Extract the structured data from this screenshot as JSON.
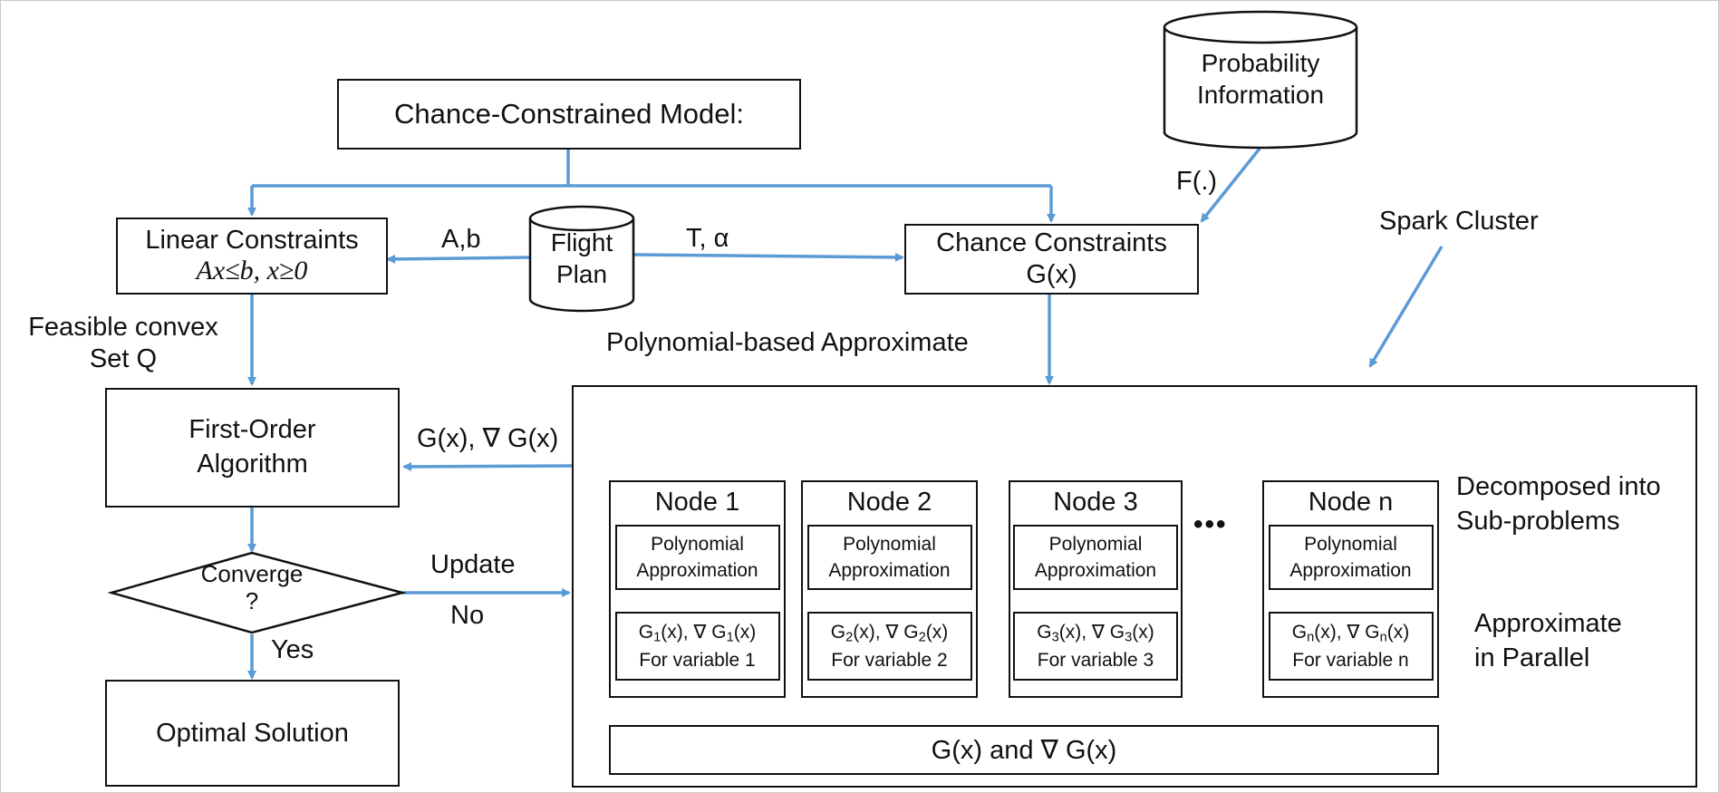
{
  "model_box": "Chance-Constrained Model:",
  "probability_db": {
    "line1": "Probability",
    "line2": "Information"
  },
  "f_label": "F(.)",
  "linear_box": {
    "line1": "Linear Constraints",
    "line2": "Ax≤b, x≥0"
  },
  "ab_label": "A,b",
  "flight_db": {
    "line1": "Flight",
    "line2": "Plan"
  },
  "t_alpha_label": "T, α",
  "chance_box": {
    "line1": "Chance Constraints",
    "line2": "G(x)"
  },
  "spark_label": "Spark Cluster",
  "feasible_label": {
    "line1": "Feasible convex",
    "line2": "Set Q"
  },
  "poly_label": "Polynomial-based Approximate",
  "first_order_box": {
    "line1": "First-Order",
    "line2": "Algorithm"
  },
  "grad_label": "G(x), ∇ G(x)",
  "converge": {
    "line1": "Converge",
    "line2": "?"
  },
  "update_label": "Update",
  "no_label": "No",
  "yes_label": "Yes",
  "optimal_box": "Optimal Solution",
  "decomposed_label": {
    "line1": "Decomposed into",
    "line2": "Sub-problems"
  },
  "parallel_label": {
    "line1": "Approximate",
    "line2": "in Parallel"
  },
  "ellipsis": "•••",
  "nodes": [
    {
      "title": "Node 1",
      "poly1": "Polynomial",
      "poly2": "Approximation",
      "g": "G",
      "sub": "1",
      "gmid": "(x), ∇ G",
      "gend": "(x)",
      "var": "For variable 1"
    },
    {
      "title": "Node 2",
      "poly1": "Polynomial",
      "poly2": "Approximation",
      "g": "G",
      "sub": "2",
      "gmid": "(x), ∇ G",
      "gend": "(x)",
      "var": "For variable 2"
    },
    {
      "title": "Node 3",
      "poly1": "Polynomial",
      "poly2": "Approximation",
      "g": "G",
      "sub": "3",
      "gmid": "(x), ∇ G",
      "gend": "(x)",
      "var": "For variable 3"
    },
    {
      "title": "Node n",
      "poly1": "Polynomial",
      "poly2": "Approximation",
      "g": "G",
      "sub": "n",
      "gmid": "(x), ∇ G",
      "gend": "(x)",
      "var": "For variable n"
    }
  ],
  "aggregate_box": "G(x) and ∇ G(x)",
  "colors": {
    "arrow": "#5b9bd5",
    "border": "#111111"
  }
}
